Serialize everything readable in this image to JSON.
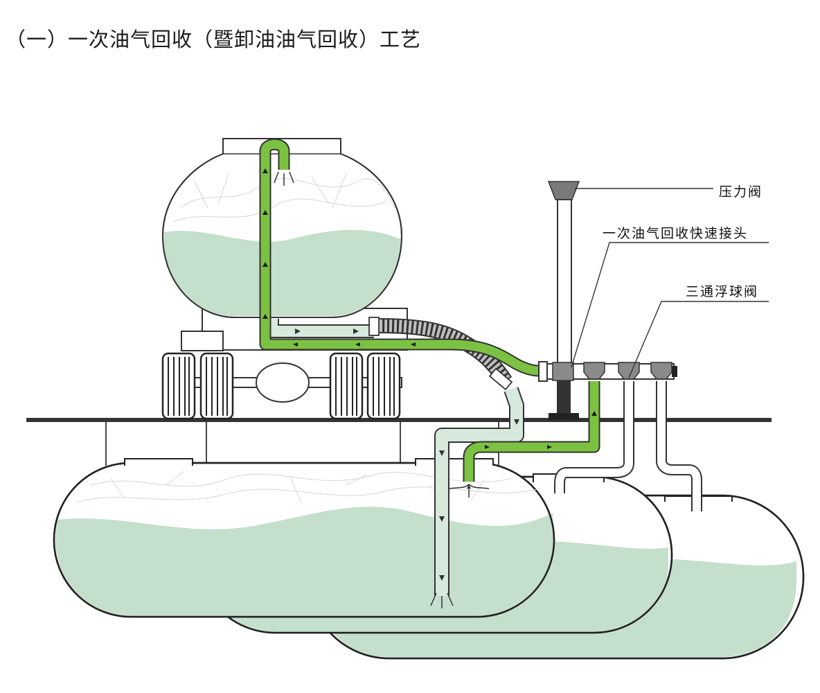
{
  "title": "（一）一次油气回收（暨卸油油气回收）工艺",
  "labels": {
    "pressure_valve": "压力阀",
    "quick_connector": "一次油气回收快速接头",
    "float_valve": "三通浮球阀"
  },
  "colors": {
    "vapor_line": "#7cc242",
    "liquid": "#c5dfcd",
    "oil_pipe": "#d6e9dc",
    "outline": "#222222"
  }
}
